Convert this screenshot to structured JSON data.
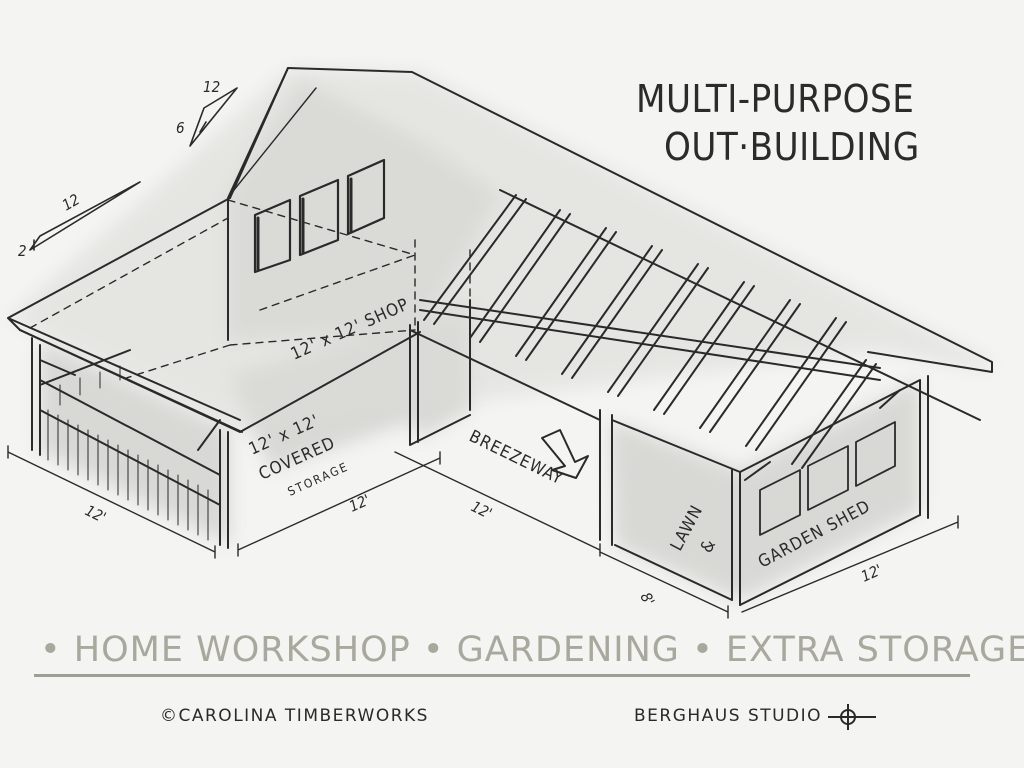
{
  "title": {
    "line1": "MULTI-PURPOSE",
    "line2": "OUT·BUILDING"
  },
  "pitch_main": {
    "rise": "12",
    "run": "6"
  },
  "pitch_shed": {
    "rise": "2",
    "run": "12"
  },
  "labels": {
    "shop": "12' x 12' SHOP",
    "covered_1": "12' x 12'",
    "covered_2": "COVERED",
    "covered_3": "STORAGE",
    "breezeway": "BREEZEWAY",
    "lawn_1": "LAWN",
    "lawn_2": "&",
    "garden_shed": "GARDEN SHED"
  },
  "dimensions": {
    "left_depth": "12'",
    "storage_length": "12'",
    "breezeway_length": "12'",
    "lawn_length": "8'",
    "shed_depth": "12'"
  },
  "tagline": {
    "bullet": "•",
    "items": [
      "HOME WORKSHOP",
      "GARDENING",
      "EXTRA STORAGE"
    ]
  },
  "credits": {
    "copyright": "©CAROLINA TIMBERWORKS",
    "studio": "BERGHAUS STUDIO"
  }
}
